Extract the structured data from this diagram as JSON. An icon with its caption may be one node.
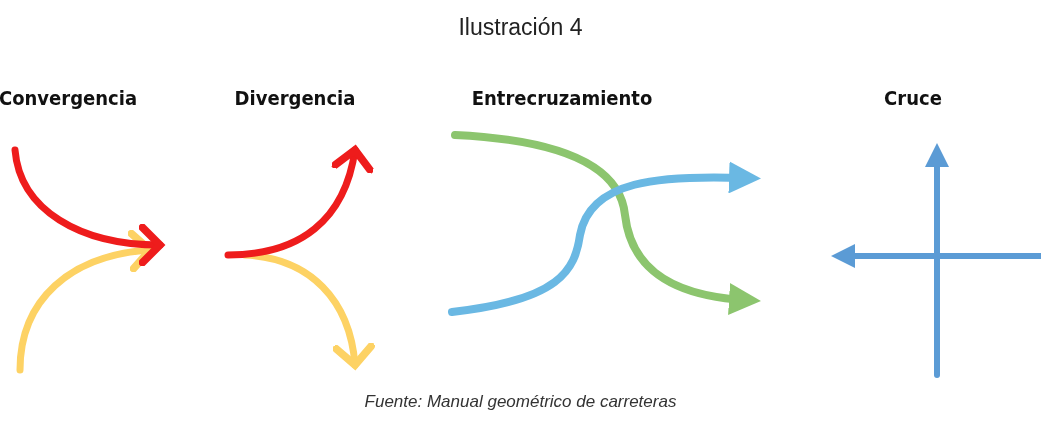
{
  "diagram": {
    "title": "Ilustración 4",
    "caption": "Fuente: Manual geométrico de carreteras",
    "labels": [
      "Convergencia",
      "Divergencia",
      "Entrecruzamiento",
      "Cruce"
    ]
  }
}
